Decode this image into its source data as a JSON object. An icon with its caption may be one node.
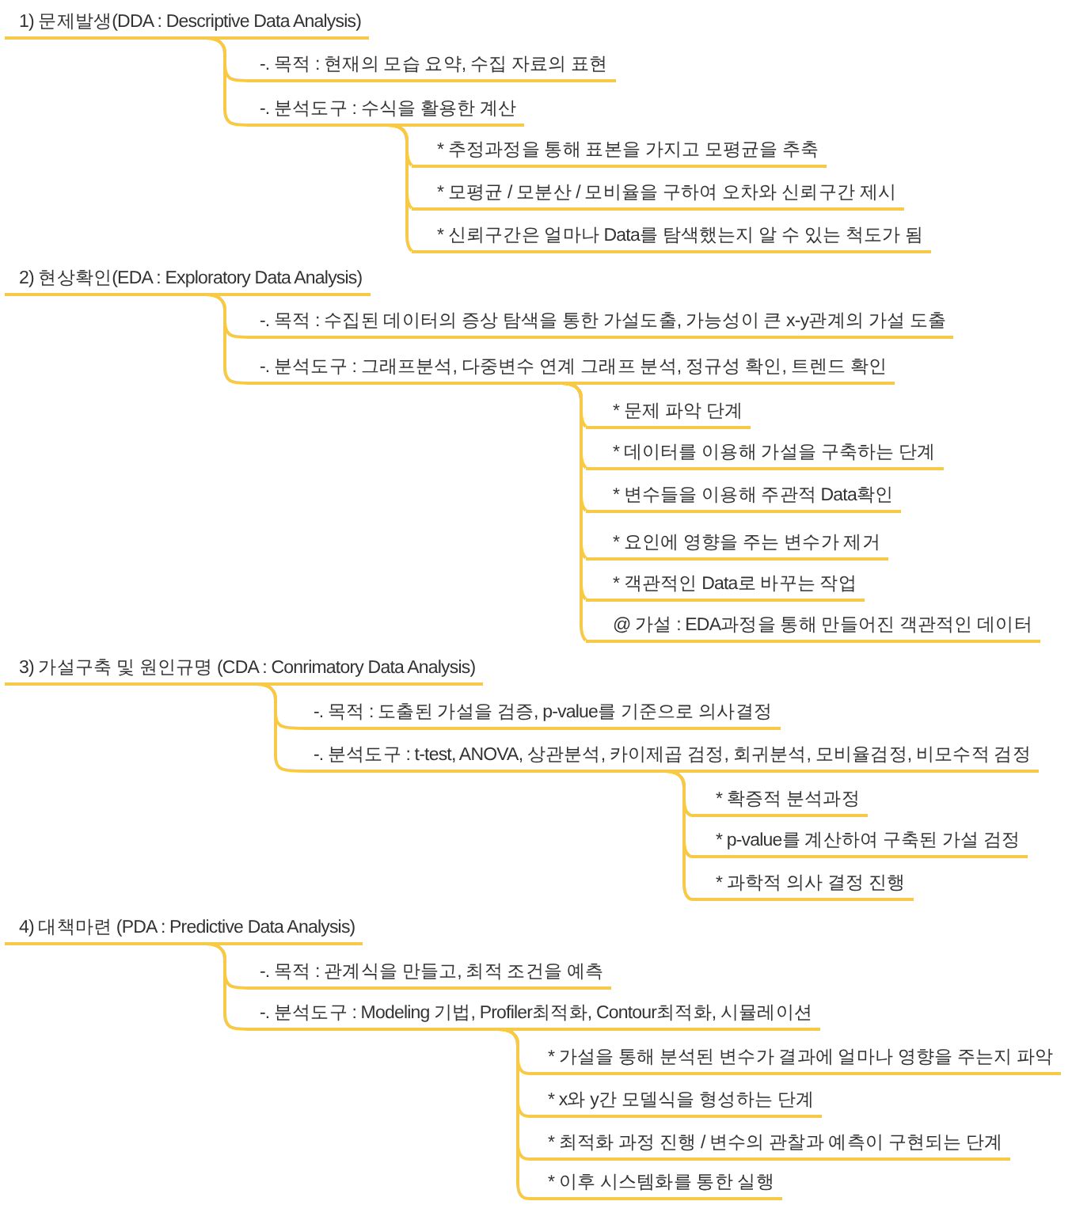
{
  "diagram": {
    "nodes": [
      {
        "text": [
          "1) 문제발생(DDA : Descriptive Data Analysis)"
        ]
      },
      {
        "text": [
          "-. 목적 : 현재의 모습 요약, 수집 자료의 표현"
        ]
      },
      {
        "text": [
          "-. 분석도구 : 수식을 활용한 계산"
        ]
      },
      {
        "text": [
          "* 추정과정을 통해 표본을 가지고 모평균을 추축"
        ]
      },
      {
        "text": [
          "* 모평균 / 모분산 / 모비율을 구하여 오차와 신뢰구간 제시"
        ]
      },
      {
        "text": [
          "* 신뢰구간은 얼마나 Data를 탐색했는지 알 수 있는 척도가 됨"
        ]
      },
      {
        "text": [
          "2) 현상확인(EDA : Exploratory Data Analysis)"
        ]
      },
      {
        "text": [
          "-. 목적 : 수집된 데이터의 증상 탐색을 통한 가설도출, 가능성이 큰 x-y관계의 가설 도출"
        ]
      },
      {
        "text": [
          "-. 분석도구 : 그래프분석, 다중변수 연계 그래프 분석, 정규성 확인, 트렌드 확인"
        ]
      },
      {
        "text": [
          "* 문제 파악 단계"
        ]
      },
      {
        "text": [
          "* 데이터를 이용해 가설을 구축하는 단계"
        ]
      },
      {
        "text": [
          "* 변수들을 이용해 주관적 Data확인"
        ]
      },
      {
        "text": [
          "* 요인에 영향을 주는 변수가 제거"
        ]
      },
      {
        "text": [
          "* 객관적인 Data로 바꾸는 작업"
        ]
      },
      {
        "text": [
          "@ 가설 : EDA과정을 통해 만들어진 객관적인 데이터"
        ]
      },
      {
        "text": [
          "3) 가설구축 및 원인규명 (CDA : Conrimatory Data Analysis)"
        ]
      },
      {
        "text": [
          "-. 목적 : 도출된 가설을 검증, p-value를 기준으로 의사결정"
        ]
      },
      {
        "text": [
          "-. 분석도구 : t-test, ANOVA, 상관분석, 카이제곱 검정, 회귀분석, 모비율검정, 비모수적 검정"
        ]
      },
      {
        "text": [
          "* 확증적 분석과정"
        ]
      },
      {
        "text": [
          "* p-value를 계산하여 구축된 가설 검정"
        ]
      },
      {
        "text": [
          "* 과학적 의사 결정 진행"
        ]
      },
      {
        "text": [
          "4) 대책마련 (PDA : Predictive Data Analysis)"
        ]
      },
      {
        "text": [
          "-. 목적 : 관계식을 만들고, 최적 조건을 예측"
        ]
      },
      {
        "text": [
          "-. 분석도구 : Modeling 기법, Profiler최적화, Contour최적화, 시뮬레이션"
        ]
      },
      {
        "text": [
          "* 가설을 통해 분석된 변수가 결과에 얼마나 영향을 주는지 파악"
        ]
      },
      {
        "text": [
          "* x와 y간 모델식을 형성하는 단계"
        ]
      },
      {
        "text": [
          "* 최적화 과정 진행 / 변수의 관찰과 예측이 구현되는 단계"
        ]
      },
      {
        "text": [
          "* 이후 시스템화를 통한 실행"
        ]
      }
    ],
    "edges": [
      {
        "from": 0,
        "to": 1,
        "arrow": "none"
      },
      {
        "from": 0,
        "to": 2,
        "arrow": "none"
      },
      {
        "from": 2,
        "to": 3,
        "arrow": "none"
      },
      {
        "from": 2,
        "to": 4,
        "arrow": "none"
      },
      {
        "from": 2,
        "to": 5,
        "arrow": "none"
      },
      {
        "from": 6,
        "to": 7,
        "arrow": "none"
      },
      {
        "from": 6,
        "to": 8,
        "arrow": "none"
      },
      {
        "from": 8,
        "to": 9,
        "arrow": "none"
      },
      {
        "from": 8,
        "to": 10,
        "arrow": "none"
      },
      {
        "from": 8,
        "to": 11,
        "arrow": "none"
      },
      {
        "from": 8,
        "to": 12,
        "arrow": "none"
      },
      {
        "from": 8,
        "to": 13,
        "arrow": "none"
      },
      {
        "from": 8,
        "to": 14,
        "arrow": "none"
      },
      {
        "from": 15,
        "to": 16,
        "arrow": "none"
      },
      {
        "from": 15,
        "to": 17,
        "arrow": "none"
      },
      {
        "from": 17,
        "to": 18,
        "arrow": "none"
      },
      {
        "from": 17,
        "to": 19,
        "arrow": "none"
      },
      {
        "from": 17,
        "to": 20,
        "arrow": "none"
      },
      {
        "from": 21,
        "to": 22,
        "arrow": "none"
      },
      {
        "from": 21,
        "to": 23,
        "arrow": "none"
      },
      {
        "from": 23,
        "to": 24,
        "arrow": "none"
      },
      {
        "from": 23,
        "to": 25,
        "arrow": "none"
      },
      {
        "from": 23,
        "to": 26,
        "arrow": "none"
      },
      {
        "from": 23,
        "to": 27,
        "arrow": "none"
      }
    ]
  }
}
